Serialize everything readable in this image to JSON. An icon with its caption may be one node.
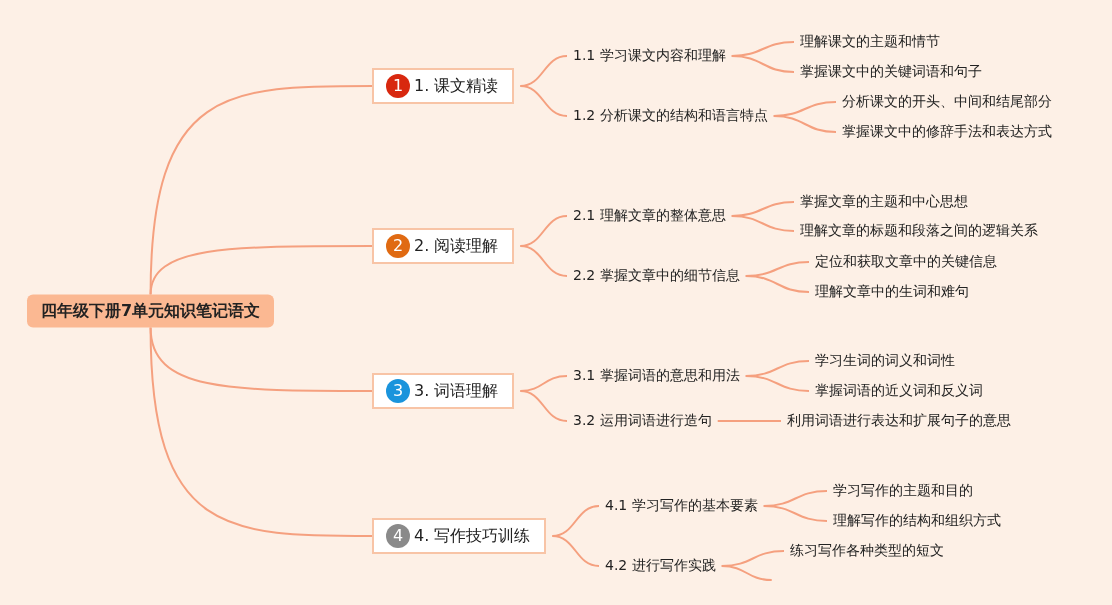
{
  "diagram": {
    "nodes": [
      {
        "text": [
          "四年级下册7单元知识笔记语文"
        ]
      },
      {
        "text": [
          "1",
          "1. 课文精读"
        ]
      },
      {
        "text": [
          "1.1 学习课文内容和理解"
        ]
      },
      {
        "text": [
          "理解课文的主题和情节"
        ]
      },
      {
        "text": [
          "掌握课文中的关键词语和句子"
        ]
      },
      {
        "text": [
          "1.2 分析课文的结构和语言特点"
        ]
      },
      {
        "text": [
          "分析课文的开头、中间和结尾部分"
        ]
      },
      {
        "text": [
          "掌握课文中的修辞手法和表达方式"
        ]
      },
      {
        "text": [
          "2",
          "2. 阅读理解"
        ]
      },
      {
        "text": [
          "2.1 理解文章的整体意思"
        ]
      },
      {
        "text": [
          "掌握文章的主题和中心思想"
        ]
      },
      {
        "text": [
          "理解文章的标题和段落之间的逻辑关系"
        ]
      },
      {
        "text": [
          "2.2 掌握文章中的细节信息"
        ]
      },
      {
        "text": [
          "定位和获取文章中的关键信息"
        ]
      },
      {
        "text": [
          "理解文章中的生词和难句"
        ]
      },
      {
        "text": [
          "3",
          "3. 词语理解"
        ]
      },
      {
        "text": [
          "3.1 掌握词语的意思和用法"
        ]
      },
      {
        "text": [
          "学习生词的词义和词性"
        ]
      },
      {
        "text": [
          "掌握词语的近义词和反义词"
        ]
      },
      {
        "text": [
          "3.2 运用词语进行造句"
        ]
      },
      {
        "text": [
          "利用词语进行表达和扩展句子的意思"
        ]
      },
      {
        "text": [
          "4",
          "4. 写作技巧训练"
        ]
      },
      {
        "text": [
          "4.1 学习写作的基本要素"
        ]
      },
      {
        "text": [
          "学习写作的主题和目的"
        ]
      },
      {
        "text": [
          "理解写作的结构和组织方式"
        ]
      },
      {
        "text": [
          "4.2 进行写作实践"
        ]
      },
      {
        "text": [
          "练习写作各种类型的短文"
        ]
      }
    ],
    "edges": [
      {
        "from": 0,
        "to": 1,
        "arrow": "none"
      },
      {
        "from": 1,
        "to": 2,
        "arrow": "none"
      },
      {
        "from": 2,
        "to": 3,
        "arrow": "none"
      },
      {
        "from": 2,
        "to": 4,
        "arrow": "none"
      },
      {
        "from": 1,
        "to": 5,
        "arrow": "none"
      },
      {
        "from": 5,
        "to": 6,
        "arrow": "none"
      },
      {
        "from": 5,
        "to": 7,
        "arrow": "none"
      },
      {
        "from": 0,
        "to": 8,
        "arrow": "none"
      },
      {
        "from": 8,
        "to": 9,
        "arrow": "none"
      },
      {
        "from": 9,
        "to": 10,
        "arrow": "none"
      },
      {
        "from": 9,
        "to": 11,
        "arrow": "none"
      },
      {
        "from": 8,
        "to": 12,
        "arrow": "none"
      },
      {
        "from": 12,
        "to": 13,
        "arrow": "none"
      },
      {
        "from": 12,
        "to": 14,
        "arrow": "none"
      },
      {
        "from": 0,
        "to": 15,
        "arrow": "none"
      },
      {
        "from": 15,
        "to": 16,
        "arrow": "none"
      },
      {
        "from": 16,
        "to": 17,
        "arrow": "none"
      },
      {
        "from": 16,
        "to": 18,
        "arrow": "none"
      },
      {
        "from": 15,
        "to": 19,
        "arrow": "none"
      },
      {
        "from": 19,
        "to": 20,
        "arrow": "none"
      },
      {
        "from": 0,
        "to": 21,
        "arrow": "none"
      },
      {
        "from": 21,
        "to": 22,
        "arrow": "none"
      },
      {
        "from": 22,
        "to": 23,
        "arrow": "none"
      },
      {
        "from": 22,
        "to": 24,
        "arrow": "none"
      },
      {
        "from": 21,
        "to": 25,
        "arrow": "none"
      },
      {
        "from": 25,
        "to": 26,
        "arrow": "none"
      },
      {
        "from": 25,
        "to": null,
        "arrow": "none"
      }
    ]
  }
}
